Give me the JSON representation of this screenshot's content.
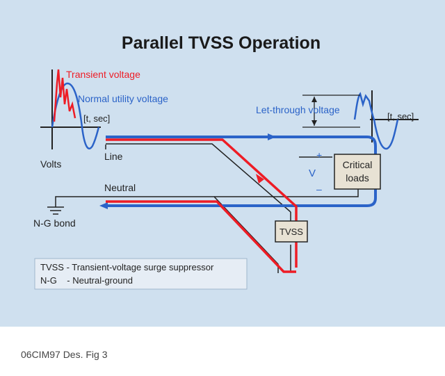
{
  "title": "Parallel TVSS Operation",
  "labels": {
    "transient_voltage": "Transient voltage",
    "normal_utility_voltage": "Normal utility voltage",
    "time_axis_left": "[t, sec]",
    "time_axis_right": "[t, sec]",
    "volts": "Volts",
    "let_through_voltage": "Let-through voltage",
    "line": "Line",
    "neutral": "Neutral",
    "n_g_bond": "N-G bond",
    "plus": "+",
    "minus": "–",
    "v": "V",
    "critical_loads_line1": "Critical",
    "critical_loads_line2": "loads",
    "tvss": "TVSS"
  },
  "legend": {
    "line1": "TVSS - Transient-voltage surge suppressor",
    "line2": "N-G    - Neutral-ground"
  },
  "caption": "06CIM97 Des. Fig 3",
  "colors": {
    "background": "#cfe0ef",
    "current_blue": "#2b63c8",
    "transient_red": "#ee1c25",
    "box_fill": "#e8e2d4",
    "wire": "#222222"
  }
}
